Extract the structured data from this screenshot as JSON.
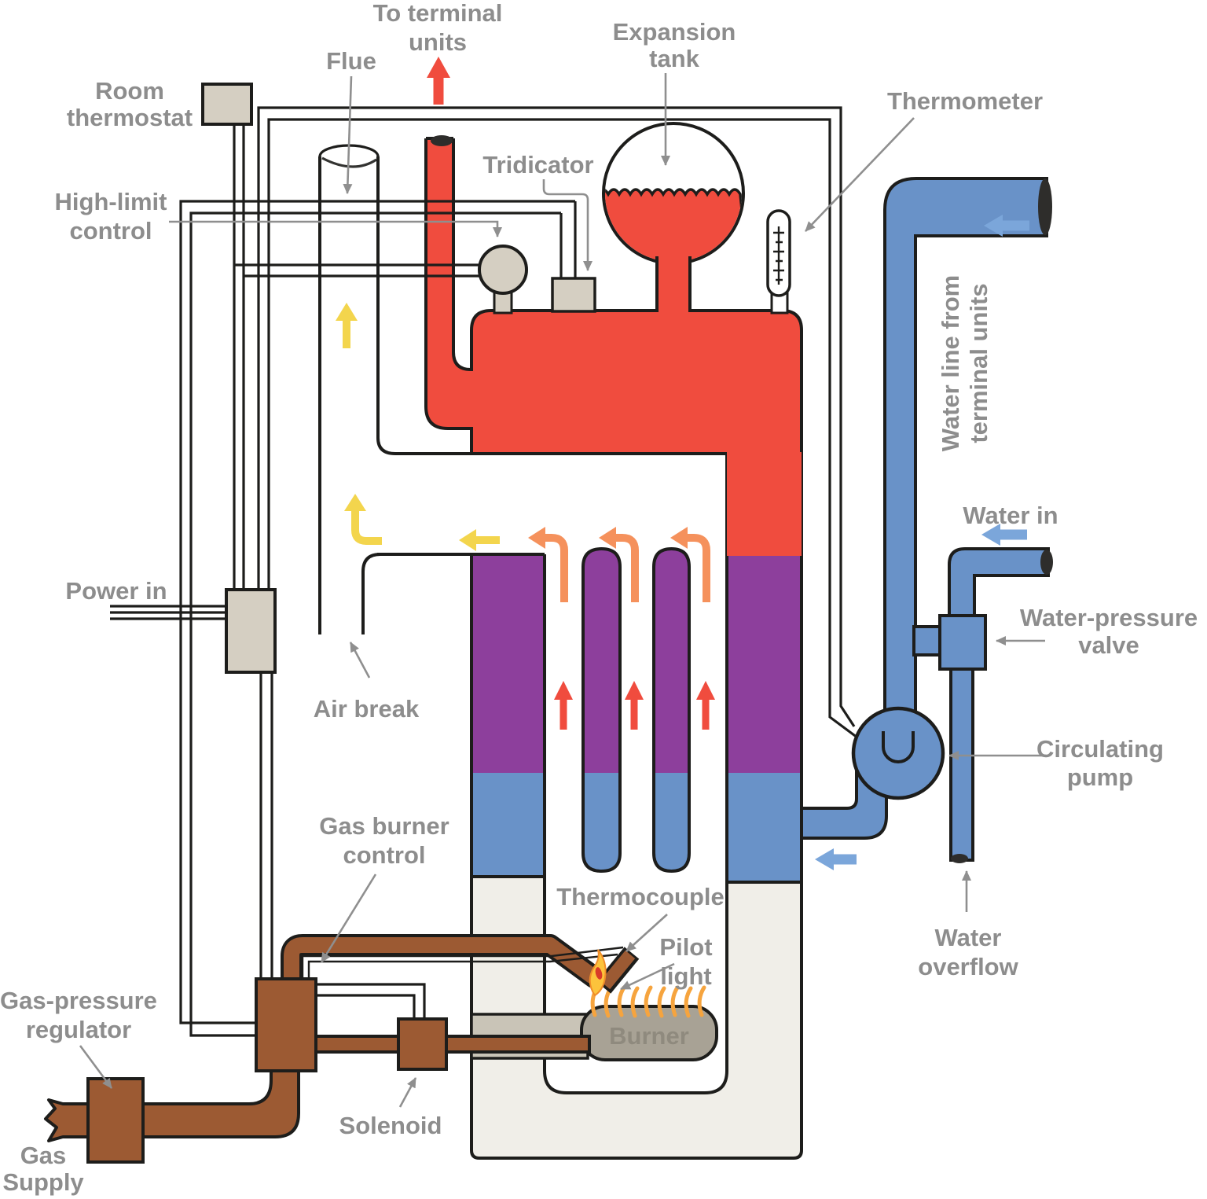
{
  "labels": {
    "room_thermostat_1": "Room",
    "room_thermostat_2": "thermostat",
    "flue": "Flue",
    "to_terminal_1": "To terminal",
    "to_terminal_2": "units",
    "expansion_1": "Expansion",
    "expansion_2": "tank",
    "thermometer": "Thermometer",
    "tridicator": "Tridicator",
    "high_limit_1": "High-limit",
    "high_limit_2": "control",
    "power_in": "Power in",
    "water_line_1": "Water line from",
    "water_line_2": "terminal units",
    "water_in": "Water in",
    "water_pressure_valve_1": "Water-pressure",
    "water_pressure_valve_2": "valve",
    "air_break": "Air break",
    "circulating_pump_1": "Circulating",
    "circulating_pump_2": "pump",
    "gas_burner_control_1": "Gas burner",
    "gas_burner_control_2": "control",
    "thermocouple": "Thermocouple",
    "pilot_light_1": "Pilot",
    "pilot_light_2": "light",
    "water_overflow_1": "Water",
    "water_overflow_2": "overflow",
    "gas_pressure_regulator_1": "Gas-pressure",
    "gas_pressure_regulator_2": "regulator",
    "burner": "Burner",
    "solenoid": "Solenoid",
    "gas_supply_1": "Gas",
    "gas_supply_2": "Supply"
  },
  "colors": {
    "hot": "#f04c3e",
    "purple": "#8d3f9c",
    "blue": "#6992c8",
    "blueArrow": "#7ba6da",
    "orange": "#f5915c",
    "yellow": "#f3d54d",
    "beige": "#d5cfc2",
    "brown": "#9c5a33",
    "burnerGray": "#a8a295",
    "burnerSupport": "#c9c4b7",
    "jacket": "#f0eee8",
    "flame": "#f6a43e",
    "labelGray": "#8d8d8d",
    "annGray": "#8f8f8f",
    "ink": "#1d1d1b",
    "darkCut": "#2e2d2b"
  }
}
